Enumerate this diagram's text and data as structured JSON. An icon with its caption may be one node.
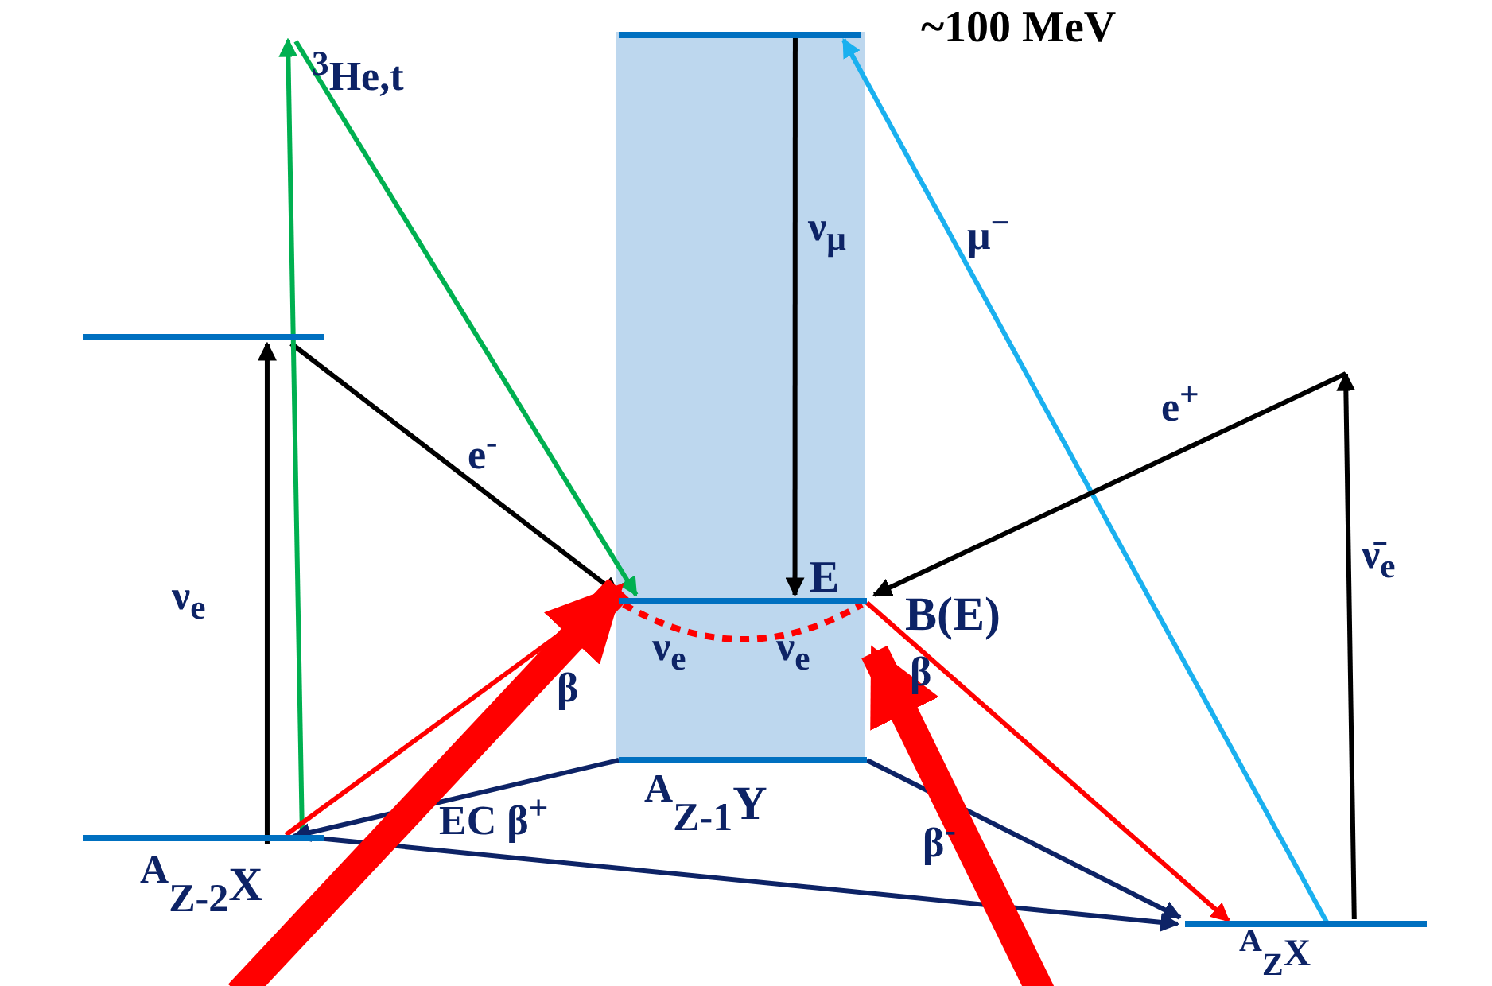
{
  "diagram": {
    "nodes": [
      {
        "text": [],
        "shape": "box"
      },
      {
        "text": [],
        "shape": "bar"
      },
      {
        "text": [
          "$^{A}$$_{Z-2}$X"
        ]
      },
      {
        "text": [
          "~100 MeV"
        ],
        "in": 0
      },
      {
        "text": [
          "E",
          "B(E)"
        ],
        "in": 0
      },
      {
        "text": [
          "$^{A}$$_{Z-1}$Y"
        ],
        "in": 0
      },
      {
        "text": [
          "$^{A}$$_{Z}$X"
        ]
      }
    ],
    "edges": [
      {
        "from": 2,
        "to": 1,
        "arrow": "to",
        "label": "ν$_{e}$",
        "color": "#000000"
      },
      {
        "from": 1,
        "to": 4,
        "arrow": "to",
        "label": "e$^{-}$",
        "color": "#000000"
      },
      {
        "from": 2,
        "to": null,
        "arrow": "to",
        "label": "$^{3}$He,t",
        "color": "#00b050"
      },
      {
        "from": null,
        "to": 4,
        "arrow": "to",
        "color": "#00b050"
      },
      {
        "from": 2,
        "to": 4,
        "arrow": "none",
        "label": "β",
        "color": "#ff0000"
      },
      {
        "from": 5,
        "to": 2,
        "arrow": "to",
        "label": "EC β$^{+}$",
        "color": "#0d2366"
      },
      {
        "from": 2,
        "to": 6,
        "arrow": "to",
        "color": "#0d2366"
      },
      {
        "from": 5,
        "to": 6,
        "arrow": "to",
        "label": "β$^{-}$",
        "color": "#0d2366"
      },
      {
        "from": 3,
        "to": 4,
        "arrow": "to",
        "label": "ν$_{μ}$",
        "color": "#000000"
      },
      {
        "from": 6,
        "to": 3,
        "arrow": "to",
        "label": "μ$^{−}$",
        "color": "#1ab0ef"
      },
      {
        "from": 6,
        "to": null,
        "arrow": "to",
        "label": "ν̄$_{e}$",
        "color": "#000000"
      },
      {
        "from": null,
        "to": 4,
        "arrow": "to",
        "label": "e$^{+}$",
        "color": "#000000"
      },
      {
        "from": 4,
        "to": 6,
        "arrow": "to",
        "label": "β",
        "color": "#ff0000"
      },
      {
        "from": 4,
        "to": 4,
        "arrow": "none",
        "style": "dashed",
        "color": "#ff0000"
      },
      {
        "from": null,
        "to": 4,
        "arrow": "to",
        "style": "thick",
        "color": "#ff0000"
      },
      {
        "from": null,
        "to": 4,
        "arrow": "to",
        "style": "thick",
        "color": "#ff0000"
      }
    ],
    "labels": [
      "ν$_{e}$",
      "ν$_{e}$"
    ]
  }
}
